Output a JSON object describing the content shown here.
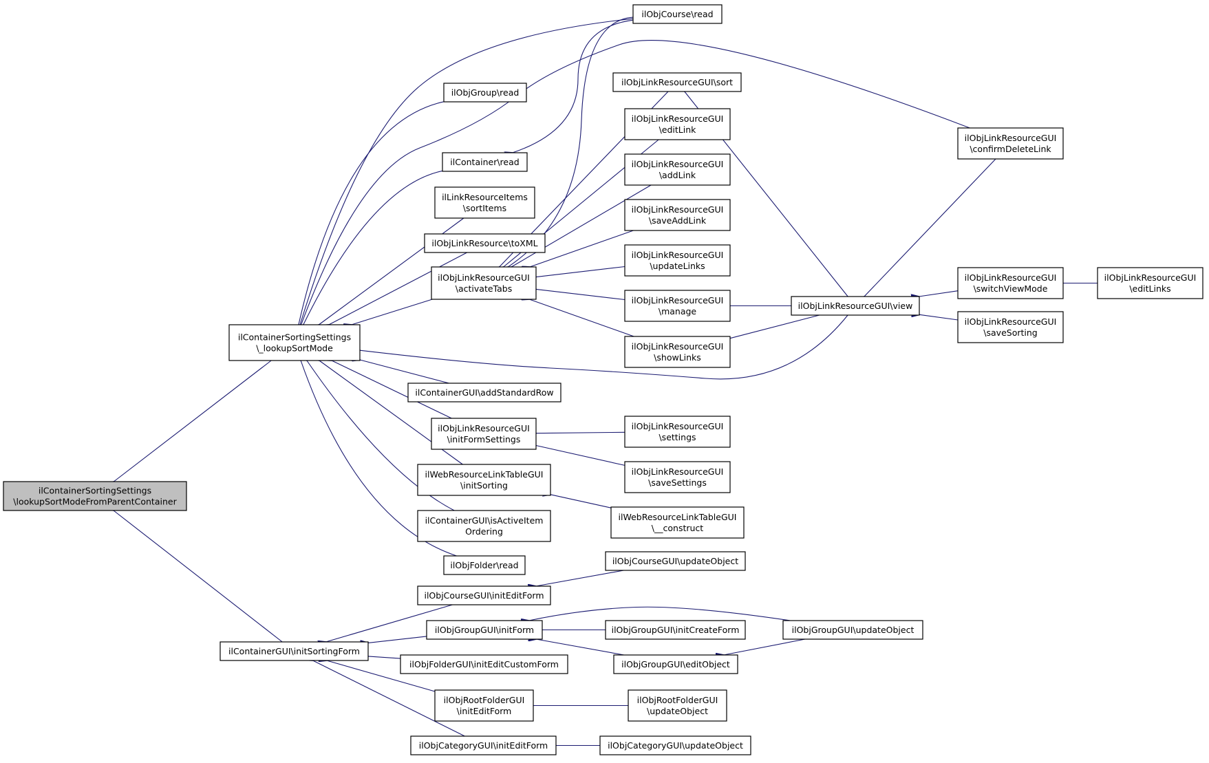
{
  "diagram": {
    "colors": {
      "edge": "#191970",
      "root_fill": "#bfbfbf",
      "node_fill": "#ffffff",
      "border": "#000000"
    },
    "nodes": [
      {
        "id": "root",
        "lines": [
          "ilContainerSortingSettings",
          "\\lookupSortModeFromParentContainer"
        ],
        "root": true
      },
      {
        "id": "lookup",
        "lines": [
          "ilContainerSortingSettings",
          "\\_lookupSortMode"
        ]
      },
      {
        "id": "initSortingForm",
        "lines": [
          "ilContainerGUI\\initSortingForm"
        ]
      },
      {
        "id": "course_read",
        "lines": [
          "ilObjCourse\\read"
        ]
      },
      {
        "id": "group_read",
        "lines": [
          "ilObjGroup\\read"
        ]
      },
      {
        "id": "container_read",
        "lines": [
          "ilContainer\\read"
        ]
      },
      {
        "id": "lri_sort",
        "lines": [
          "ilLinkResourceItems",
          "\\sortItems"
        ]
      },
      {
        "id": "lr_toxml",
        "lines": [
          "ilObjLinkResource\\toXML"
        ]
      },
      {
        "id": "activateTabs",
        "lines": [
          "ilObjLinkResourceGUI",
          "\\activateTabs"
        ]
      },
      {
        "id": "addStdRow",
        "lines": [
          "ilContainerGUI\\addStandardRow"
        ]
      },
      {
        "id": "initFormSettings",
        "lines": [
          "ilObjLinkResourceGUI",
          "\\initFormSettings"
        ]
      },
      {
        "id": "wrlt_initSorting",
        "lines": [
          "ilWebResourceLinkTableGUI",
          "\\initSorting"
        ]
      },
      {
        "id": "isActiveItem",
        "lines": [
          "ilContainerGUI\\isActiveItem",
          "Ordering"
        ]
      },
      {
        "id": "folder_read",
        "lines": [
          "ilObjFolder\\read"
        ]
      },
      {
        "id": "lrgui_sort",
        "lines": [
          "ilObjLinkResourceGUI\\sort"
        ]
      },
      {
        "id": "editLink",
        "lines": [
          "ilObjLinkResourceGUI",
          "\\editLink"
        ]
      },
      {
        "id": "addLink",
        "lines": [
          "ilObjLinkResourceGUI",
          "\\addLink"
        ]
      },
      {
        "id": "saveAddLink",
        "lines": [
          "ilObjLinkResourceGUI",
          "\\saveAddLink"
        ]
      },
      {
        "id": "updateLinks",
        "lines": [
          "ilObjLinkResourceGUI",
          "\\updateLinks"
        ]
      },
      {
        "id": "manage",
        "lines": [
          "ilObjLinkResourceGUI",
          "\\manage"
        ]
      },
      {
        "id": "showLinks",
        "lines": [
          "ilObjLinkResourceGUI",
          "\\showLinks"
        ]
      },
      {
        "id": "view",
        "lines": [
          "ilObjLinkResourceGUI\\view"
        ]
      },
      {
        "id": "confirmDel",
        "lines": [
          "ilObjLinkResourceGUI",
          "\\confirmDeleteLink"
        ]
      },
      {
        "id": "switchView",
        "lines": [
          "ilObjLinkResourceGUI",
          "\\switchViewMode"
        ]
      },
      {
        "id": "saveSorting",
        "lines": [
          "ilObjLinkResourceGUI",
          "\\saveSorting"
        ]
      },
      {
        "id": "editLinks",
        "lines": [
          "ilObjLinkResourceGUI",
          "\\editLinks"
        ]
      },
      {
        "id": "settings",
        "lines": [
          "ilObjLinkResourceGUI",
          "\\settings"
        ]
      },
      {
        "id": "saveSettings",
        "lines": [
          "ilObjLinkResourceGUI",
          "\\saveSettings"
        ]
      },
      {
        "id": "wrlt_construct",
        "lines": [
          "ilWebResourceLinkTableGUI",
          "\\__construct"
        ]
      },
      {
        "id": "courseGUI_initEdit",
        "lines": [
          "ilObjCourseGUI\\initEditForm"
        ]
      },
      {
        "id": "courseGUI_update",
        "lines": [
          "ilObjCourseGUI\\updateObject"
        ]
      },
      {
        "id": "groupGUI_initForm",
        "lines": [
          "ilObjGroupGUI\\initForm"
        ]
      },
      {
        "id": "groupGUI_initCreate",
        "lines": [
          "ilObjGroupGUI\\initCreateForm"
        ]
      },
      {
        "id": "groupGUI_update",
        "lines": [
          "ilObjGroupGUI\\updateObject"
        ]
      },
      {
        "id": "groupGUI_edit",
        "lines": [
          "ilObjGroupGUI\\editObject"
        ]
      },
      {
        "id": "folderGUI_initEditCustom",
        "lines": [
          "ilObjFolderGUI\\initEditCustomForm"
        ]
      },
      {
        "id": "rootFolder_initEdit",
        "lines": [
          "ilObjRootFolderGUI",
          "\\initEditForm"
        ]
      },
      {
        "id": "rootFolder_update",
        "lines": [
          "ilObjRootFolderGUI",
          "\\updateObject"
        ]
      },
      {
        "id": "catGUI_initEdit",
        "lines": [
          "ilObjCategoryGUI\\initEditForm"
        ]
      },
      {
        "id": "catGUI_update",
        "lines": [
          "ilObjCategoryGUI\\updateObject"
        ]
      }
    ],
    "edges": [
      {
        "from": "lookup",
        "to": "root"
      },
      {
        "from": "initSortingForm",
        "to": "root"
      },
      {
        "from": "course_read",
        "to": "lookup"
      },
      {
        "from": "group_read",
        "to": "lookup"
      },
      {
        "from": "container_read",
        "to": "lookup"
      },
      {
        "from": "lri_sort",
        "to": "lookup"
      },
      {
        "from": "lr_toxml",
        "to": "lookup"
      },
      {
        "from": "activateTabs",
        "to": "lookup"
      },
      {
        "from": "confirmDel",
        "to": "lookup"
      },
      {
        "from": "view",
        "to": "lookup"
      },
      {
        "from": "addStdRow",
        "to": "lookup"
      },
      {
        "from": "initFormSettings",
        "to": "lookup"
      },
      {
        "from": "wrlt_initSorting",
        "to": "lookup"
      },
      {
        "from": "isActiveItem",
        "to": "lookup"
      },
      {
        "from": "folder_read",
        "to": "lookup"
      },
      {
        "from": "course_read",
        "to": "container_read"
      },
      {
        "from": "course_read",
        "to": "activateTabs"
      },
      {
        "from": "lrgui_sort",
        "to": "activateTabs"
      },
      {
        "from": "editLink",
        "to": "activateTabs"
      },
      {
        "from": "addLink",
        "to": "activateTabs"
      },
      {
        "from": "saveAddLink",
        "to": "activateTabs"
      },
      {
        "from": "updateLinks",
        "to": "activateTabs"
      },
      {
        "from": "manage",
        "to": "activateTabs"
      },
      {
        "from": "showLinks",
        "to": "activateTabs"
      },
      {
        "from": "view",
        "to": "lrgui_sort"
      },
      {
        "from": "view",
        "to": "manage"
      },
      {
        "from": "view",
        "to": "showLinks"
      },
      {
        "from": "confirmDel",
        "to": "view"
      },
      {
        "from": "switchView",
        "to": "view"
      },
      {
        "from": "saveSorting",
        "to": "view"
      },
      {
        "from": "editLinks",
        "to": "switchView"
      },
      {
        "from": "settings",
        "to": "initFormSettings"
      },
      {
        "from": "saveSettings",
        "to": "initFormSettings"
      },
      {
        "from": "wrlt_construct",
        "to": "wrlt_initSorting"
      },
      {
        "from": "courseGUI_initEdit",
        "to": "initSortingForm"
      },
      {
        "from": "groupGUI_initForm",
        "to": "initSortingForm"
      },
      {
        "from": "folderGUI_initEditCustom",
        "to": "initSortingForm"
      },
      {
        "from": "rootFolder_initEdit",
        "to": "initSortingForm"
      },
      {
        "from": "catGUI_initEdit",
        "to": "initSortingForm"
      },
      {
        "from": "courseGUI_update",
        "to": "courseGUI_initEdit"
      },
      {
        "from": "groupGUI_update",
        "to": "groupGUI_initForm"
      },
      {
        "from": "groupGUI_initCreate",
        "to": "groupGUI_initForm"
      },
      {
        "from": "groupGUI_edit",
        "to": "groupGUI_initForm"
      },
      {
        "from": "groupGUI_update",
        "to": "groupGUI_edit"
      },
      {
        "from": "rootFolder_update",
        "to": "rootFolder_initEdit"
      },
      {
        "from": "catGUI_update",
        "to": "catGUI_initEdit"
      }
    ]
  }
}
